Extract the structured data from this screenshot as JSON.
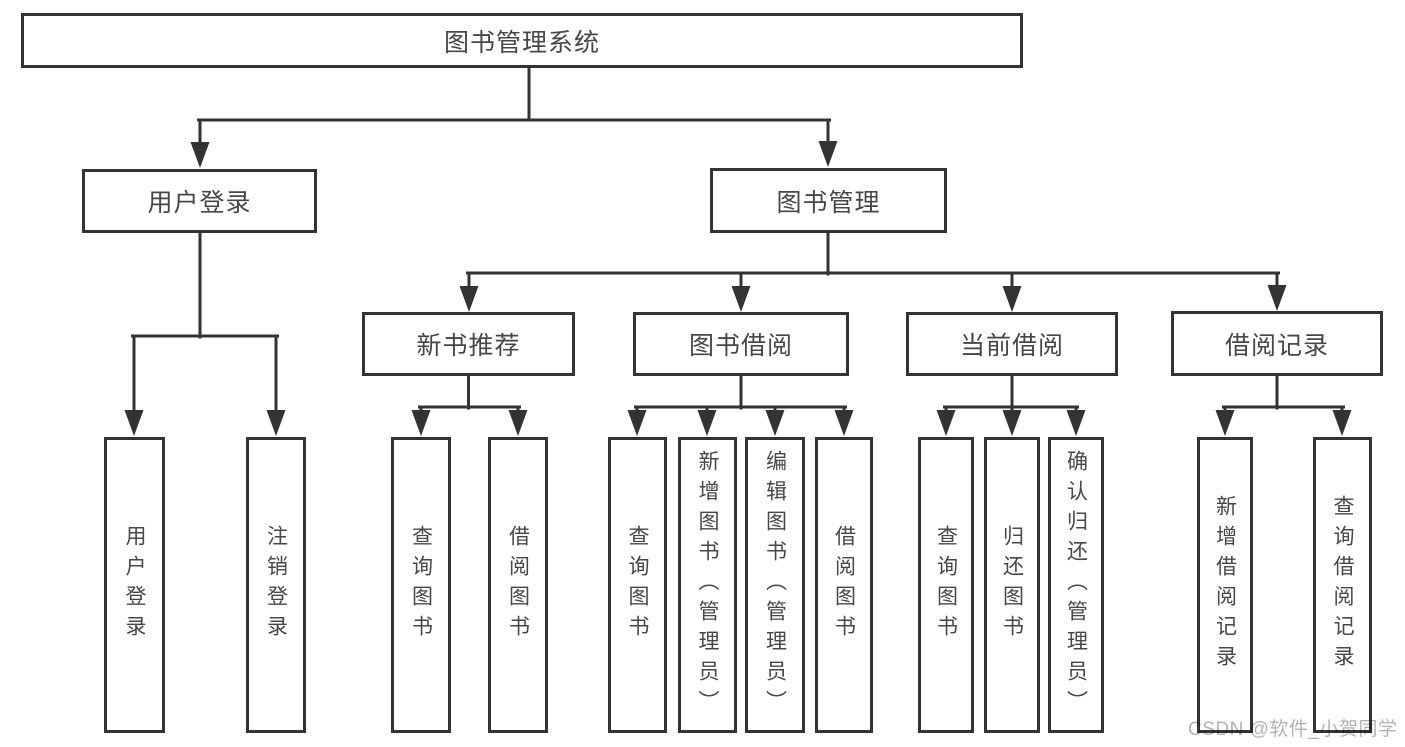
{
  "diagram": {
    "type": "hierarchy-tree",
    "line_color": "#333333",
    "text_color": "#474747",
    "background_color": "#ffffff",
    "watermark": "CSDN @软件_小贺同学",
    "watermark_color": "#b3b3b3"
  },
  "tree": {
    "root": {
      "label": "图书管理系统"
    },
    "user_login": {
      "label": "用户登录"
    },
    "book_management": {
      "label": "图书管理"
    },
    "new_book_recommend": {
      "label": "新书推荐"
    },
    "book_borrowing": {
      "label": "图书借阅"
    },
    "current_borrowing": {
      "label": "当前借阅"
    },
    "borrowing_records": {
      "label": "借阅记录"
    },
    "leaves": [
      {
        "label": "用户登录"
      },
      {
        "label": "注销登录"
      },
      {
        "label": "查询图书"
      },
      {
        "label": "借阅图书"
      },
      {
        "label": "查询图书"
      },
      {
        "label": "新增图书（管理员）"
      },
      {
        "label": "编辑图书（管理员）"
      },
      {
        "label": "借阅图书"
      },
      {
        "label": "查询图书"
      },
      {
        "label": "归还图书"
      },
      {
        "label": "确认归还（管理员）"
      },
      {
        "label": "新增借阅记录"
      },
      {
        "label": "查询借阅记录"
      }
    ]
  }
}
